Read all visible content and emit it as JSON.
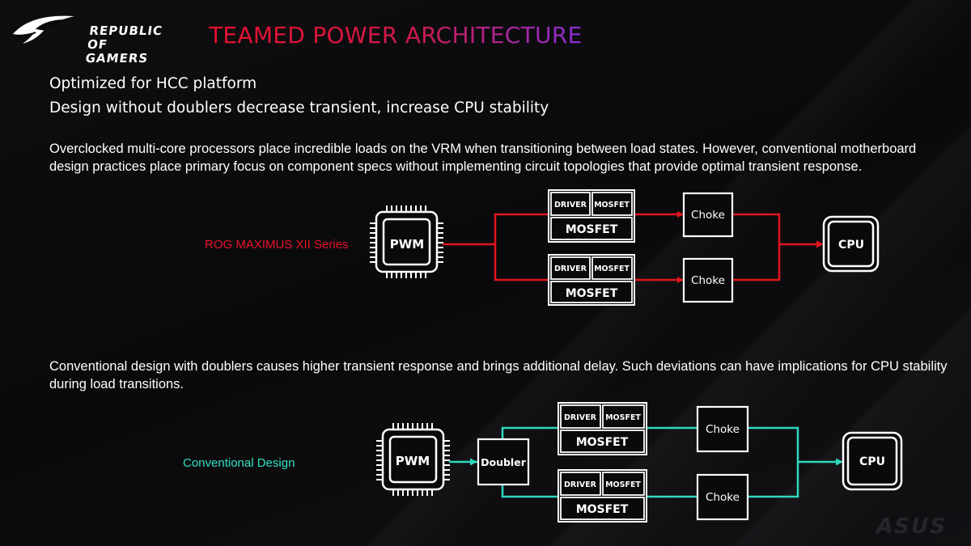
{
  "brand": {
    "logo_line1": "REPUBLIC OF",
    "logo_line2": "GAMERS",
    "watermark": "ASUS"
  },
  "title": "TEAMED POWER ARCHITECTURE",
  "subtitles": [
    "Optimized for HCC platform",
    "Design without doublers decrease transient, increase CPU stability"
  ],
  "paragraphs": [
    "Overclocked multi-core processors place incredible loads on the VRM when transitioning between load states. However, conventional motherboard design practices place primary focus on component specs without implementing circuit topologies that provide optimal transient response.",
    "Conventional design with doublers causes higher transient response and brings additional delay. Such deviations can have implications for CPU stability during load transitions."
  ],
  "diagrams": {
    "rog": {
      "label": "ROG MAXIMUS XII Series",
      "wire_color": "#e0141c",
      "pwm": "PWM",
      "driver": "DRIVER",
      "mosfet_small": "MOSFET",
      "mosfet": "MOSFET",
      "choke": "Choke",
      "cpu": "CPU"
    },
    "conventional": {
      "label": "Conventional Design",
      "wire_color": "#2fd8c0",
      "pwm": "PWM",
      "doubler": "Doubler",
      "driver": "DRIVER",
      "mosfet_small": "MOSFET",
      "mosfet": "MOSFET",
      "choke": "Choke",
      "cpu": "CPU"
    }
  },
  "colors": {
    "title_start": "#e8102a",
    "title_end": "#8a2fd6",
    "rog_label": "#e8142a",
    "conv_label": "#2fe0c2"
  }
}
